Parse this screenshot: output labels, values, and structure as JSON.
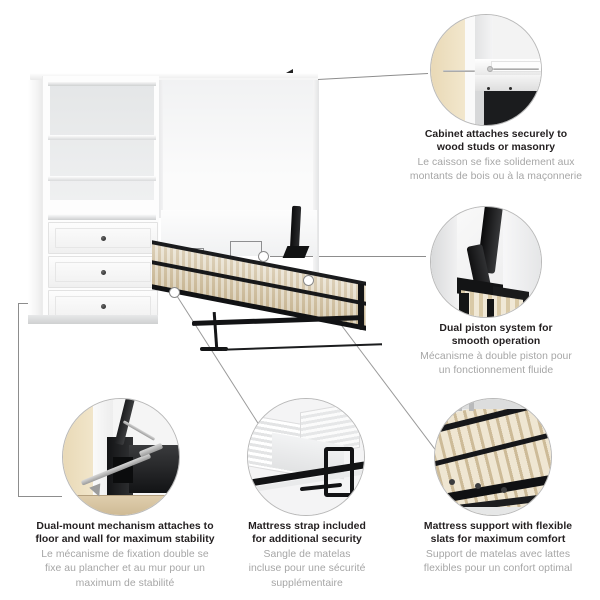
{
  "page": {
    "type": "product-feature-infographic",
    "background_color": "#ffffff",
    "accent_line_color": "#8d8d8d",
    "text_color_primary": "#231f20",
    "text_color_secondary": "#a6a6a6"
  },
  "product": {
    "name": "murphy-wall-bed-with-storage-cabinet",
    "cabinet": {
      "shelves": 3,
      "drawers": 3,
      "knob_style": "round-dark"
    },
    "bed": {
      "slat_color": "#d9c9a6",
      "frame_color": "#17181a"
    }
  },
  "features": [
    {
      "id": "cabinet-anchor",
      "image_name": "cabinet-wall-anchor-photo",
      "en_lines": [
        "Cabinet attaches securely to",
        "wood studs or masonry"
      ],
      "fr_lines": [
        "Le caisson se fixe solidement aux",
        "montants de bois ou à la maçonnerie"
      ]
    },
    {
      "id": "dual-piston",
      "image_name": "dual-piston-system-photo",
      "en_lines": [
        "Dual piston system for",
        "smooth operation"
      ],
      "fr_lines": [
        "Mécanisme à double piston pour",
        "un fonctionnement fluide"
      ]
    },
    {
      "id": "dual-mount",
      "image_name": "dual-mount-mechanism-photo",
      "en_lines": [
        "Dual-mount mechanism attaches to",
        "floor and wall for maximum stability"
      ],
      "fr_lines": [
        "Le mécanisme de fixation double se",
        "fixe au plancher et au mur pour un",
        "maximum de stabilité"
      ]
    },
    {
      "id": "mattress-strap",
      "image_name": "mattress-strap-photo",
      "en_lines": [
        "Mattress strap included",
        "for additional security"
      ],
      "fr_lines": [
        "Sangle de matelas",
        "incluse pour une sécurité",
        "supplémentaire"
      ]
    },
    {
      "id": "flexible-slats",
      "image_name": "flexible-slat-support-photo",
      "en_lines": [
        "Mattress support with flexible",
        "slats for maximum comfort"
      ],
      "fr_lines": [
        "Support de matelas avec lattes",
        "flexibles pour un confort optimal"
      ]
    }
  ]
}
